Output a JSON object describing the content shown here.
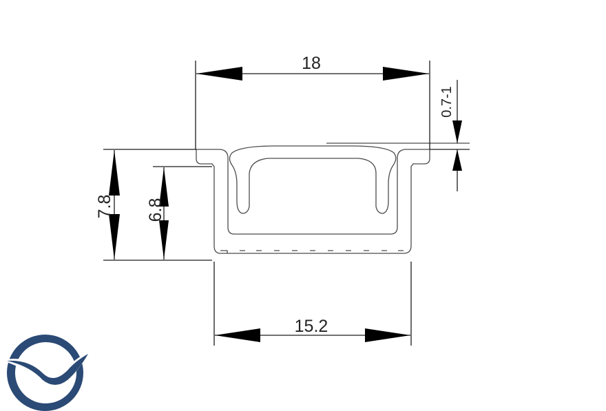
{
  "dimensions": {
    "top_width": "18",
    "lip_thickness": "0.7-1",
    "total_height": "7.8",
    "channel_height": "6.8",
    "bottom_width": "15.2"
  },
  "colors": {
    "line": "#1a1a1a",
    "profile_stroke": "#555555",
    "logo": "#2b4a75"
  },
  "logo": {
    "icon": "bird-in-circle-logo-icon"
  }
}
